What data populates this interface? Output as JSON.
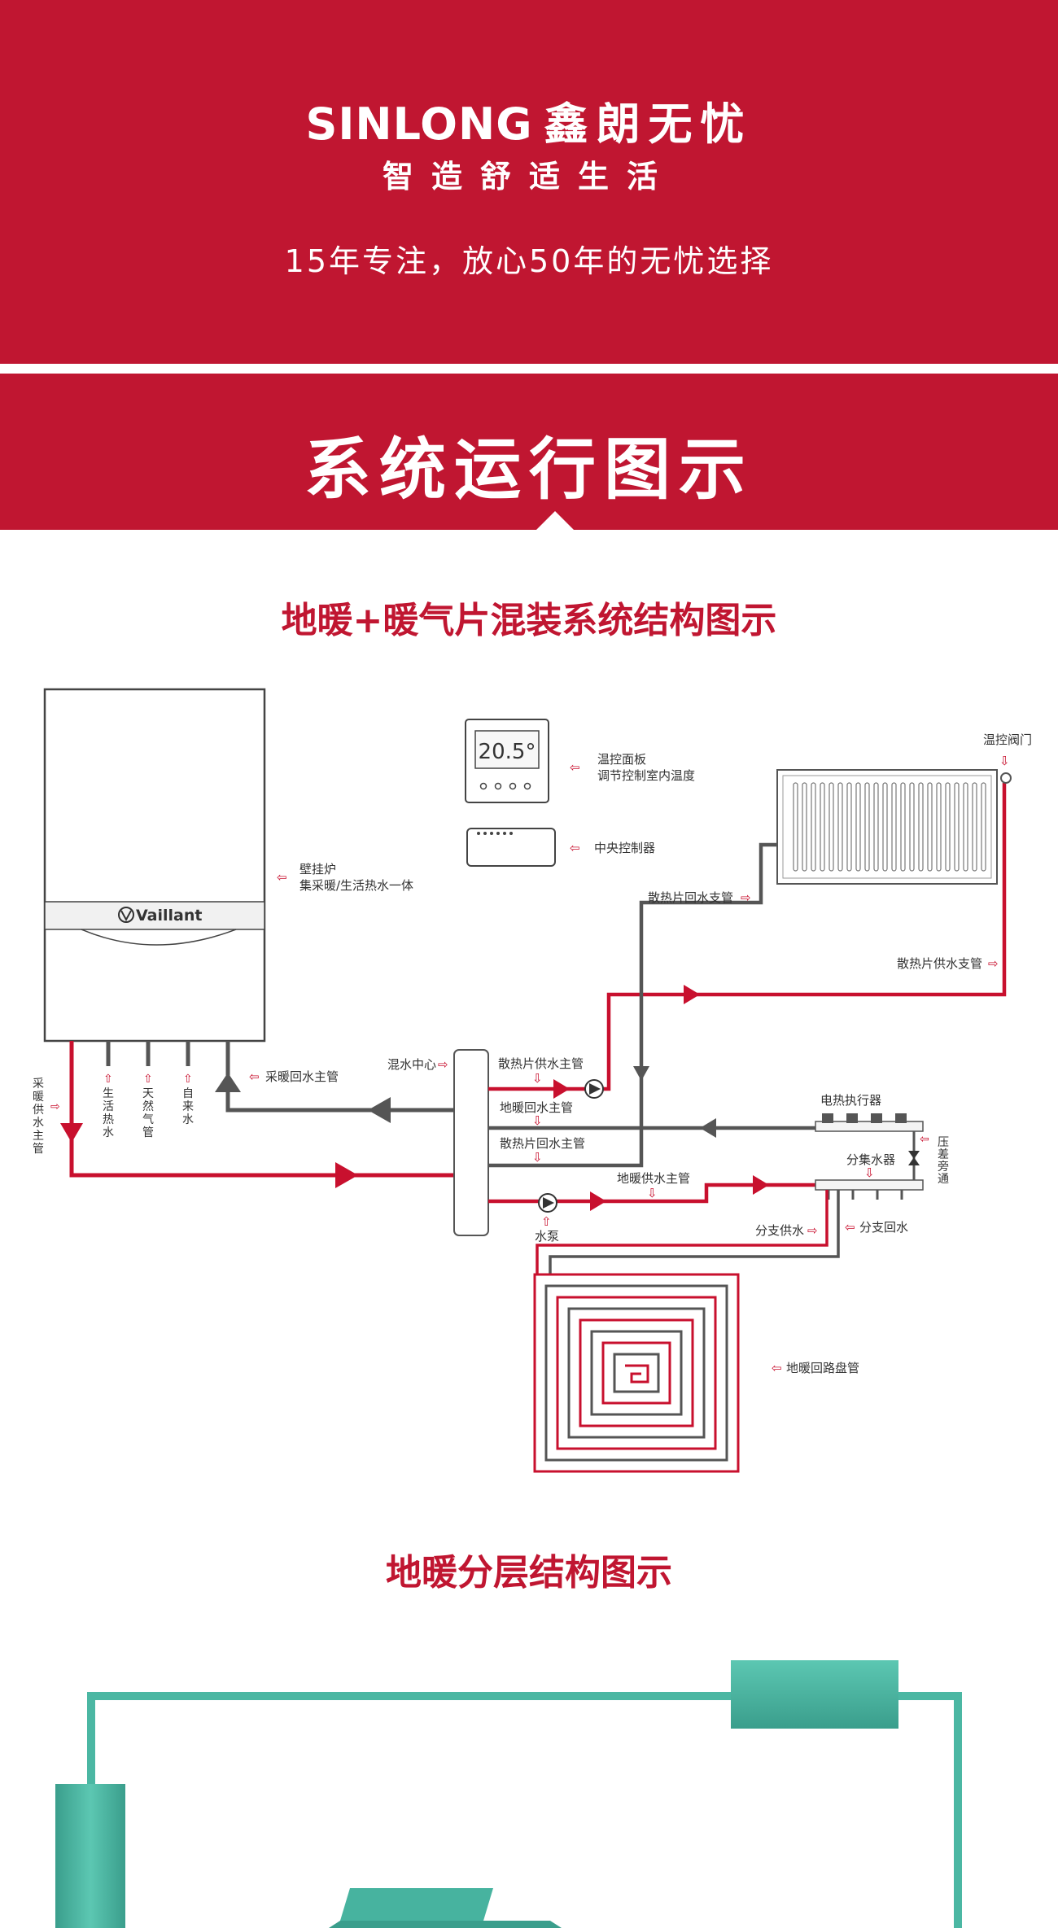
{
  "header": {
    "brand_latin": "SINLONG",
    "brand_cn": "鑫朗无忧",
    "slogan": "智造舒适生活",
    "tagline": "15年专注，放心50年的无忧选择"
  },
  "section": {
    "title": "系统运行图示"
  },
  "diagram1": {
    "title": "地暖+暖气片混装系统结构图示",
    "boiler_brand": "Vaillant",
    "thermostat_display": "20.5°",
    "labels": {
      "boiler_line1": "壁挂炉",
      "boiler_line2": "集采暖/生活热水一体",
      "thermostat_line1": "温控面板",
      "thermostat_line2": "调节控制室内温度",
      "controller": "中央控制器",
      "radiator_valve": "温控阀门",
      "radiator_return_branch": "散热片回水支管",
      "radiator_supply_branch": "散热片供水支管",
      "mixing_center": "混水中心",
      "heating_return_main": "采暖回水主管",
      "heating_supply_main": "采暖供水主管",
      "domestic_hot_water": "生活热水",
      "natural_gas": "天然气管",
      "tap_water": "自来水",
      "radiator_supply_main": "散热片供水主管",
      "floor_return_main": "地暖回水主管",
      "radiator_return_main": "散热片回水主管",
      "floor_supply_main": "地暖供水主管",
      "pump": "水泵",
      "electric_actuator": "电热执行器",
      "manifold": "分集水器",
      "pressure_bypass": "压差旁通",
      "branch_supply": "分支供水",
      "branch_return": "分支回水",
      "floor_loop": "地暖回路盘管"
    }
  },
  "diagram2": {
    "title": "地暖分层结构图示"
  },
  "colors": {
    "brand_red": "#c01631",
    "pipe_red": "#c8102e",
    "pipe_gray": "#555555",
    "teal": "#4bb7a3"
  }
}
